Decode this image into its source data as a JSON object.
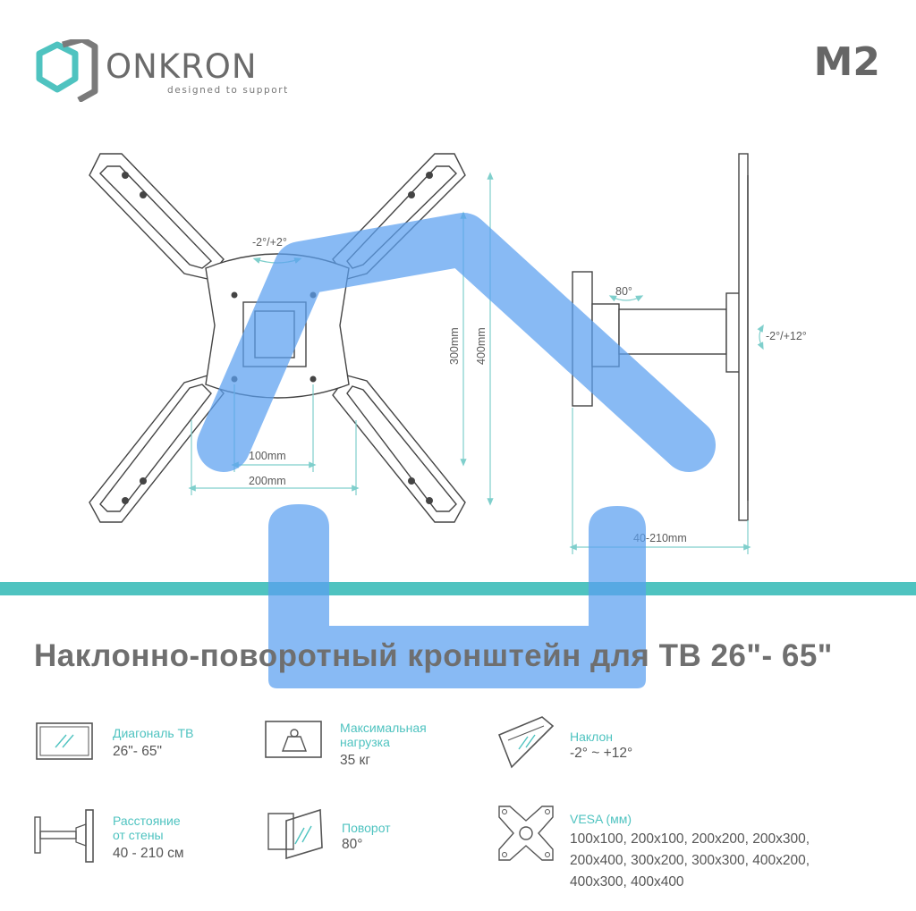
{
  "brand": {
    "name": "ONKRON",
    "tagline": "designed to support"
  },
  "model": "M2",
  "diagram": {
    "tilt_front": "-2°/+2°",
    "swivel": "80°",
    "tilt_side": "-2°/+12°",
    "dim_100": "100mm",
    "dim_200": "200mm",
    "dim_300": "300mm",
    "dim_400": "400mm",
    "dim_depth": "40-210mm"
  },
  "title": "Наклонно-поворотный кронштейн для ТВ 26\"- 65\"",
  "specs": {
    "diagonal": {
      "label": "Диагональ ТВ",
      "value": "26\"- 65\""
    },
    "load": {
      "label_line1": "Максимальная",
      "label_line2": "нагрузка",
      "value": "35 кг"
    },
    "tilt": {
      "label": "Наклон",
      "value": "-2° ~ +12°"
    },
    "distance": {
      "label_line1": "Расстояние",
      "label_line2": "от стены",
      "value": "40 - 210 см"
    },
    "rotation": {
      "label": "Поворот",
      "value": "80°"
    },
    "vesa": {
      "label": "VESA (мм)",
      "line1": "100x100, 200x100, 200x200, 200x300,",
      "line2": "200x400, 300x200, 300x300, 400x200,",
      "line3": "400x300, 400x400"
    }
  },
  "colors": {
    "accent_teal": "#4fc3c0",
    "overlay_blue": "#5a9ff0",
    "text_gray": "#555555"
  }
}
